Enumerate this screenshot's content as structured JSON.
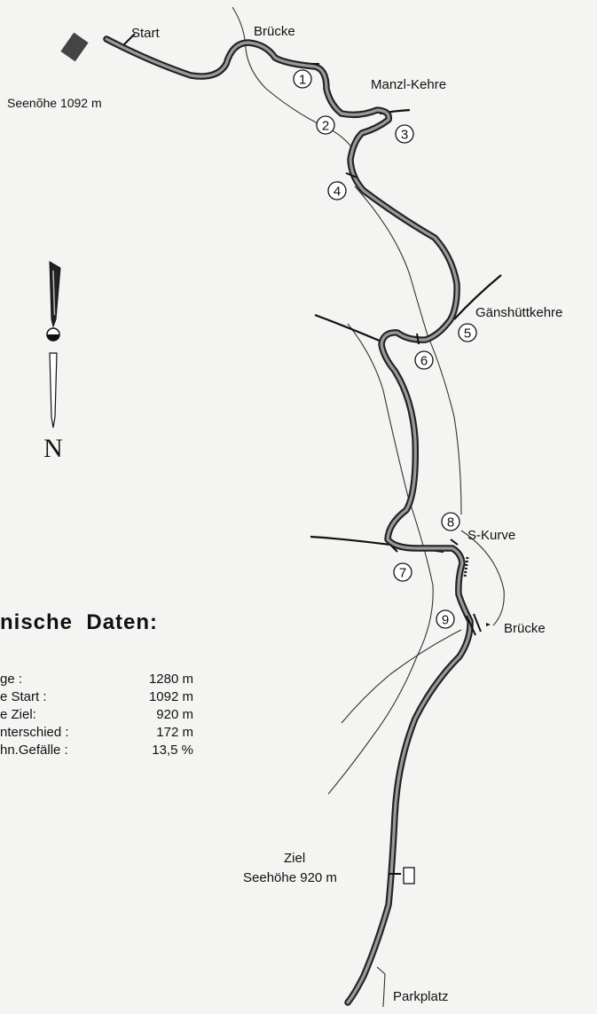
{
  "labels": {
    "start": "Start",
    "bruecke_top": "Brücke",
    "seehoehe_start": "Seenõhe 1092 m",
    "manzl_kehre": "Manzl-Kehre",
    "gaenshuett_kehre": "Gänshüttkehre",
    "s_kurve": "S-Kurve",
    "bruecke_bottom": "Brücke",
    "ziel": "Ziel",
    "seehoehe_ziel": "Seehöhe 920 m",
    "parkplatz": "Parkplatz",
    "north": "N"
  },
  "markers": [
    "1",
    "2",
    "3",
    "4",
    "5",
    "6",
    "7",
    "8",
    "9"
  ],
  "data_panel": {
    "heading": "nische  Daten:",
    "rows": [
      {
        "label": "ge :",
        "value": "1280 m"
      },
      {
        "label": "e Start :",
        "value": "1092 m"
      },
      {
        "label": "e Ziel:",
        "value": "920 m"
      },
      {
        "label": "nterschied :",
        "value": "172 m"
      },
      {
        "label": "hn.Gefälle :",
        "value": "13,5 %"
      }
    ]
  },
  "colors": {
    "track_outline": "#222222",
    "track_fill": "#9a9a9a",
    "ink": "#111111",
    "paper": "#f4f4f2"
  }
}
